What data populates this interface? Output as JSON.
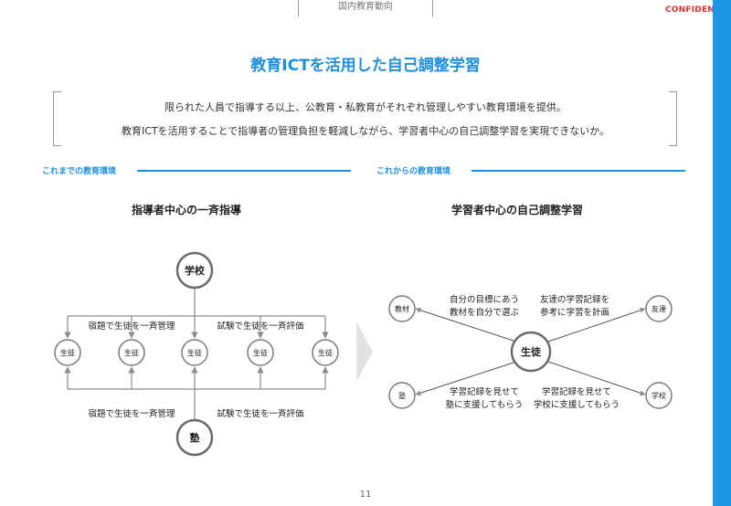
{
  "header": {
    "tab_label": "国内教育動向",
    "confidential": "CONFIDENTIAL"
  },
  "title": "教育ICTを活用した自己調整学習",
  "intro": {
    "line1": "限られた人員で指導する以上、公教育・私教育がそれぞれ管理しやすい教育環境を提供。",
    "line2": "教育ICTを活用することで指導者の管理負担を軽減しながら、学習者中心の自己調整学習を実現できないか。"
  },
  "left_section": {
    "heading": "これまでの教育環境",
    "diagram_title": "指導者中心の一斉指導",
    "top_node": "学校",
    "bottom_node": "塾",
    "students": [
      "生徒",
      "生徒",
      "生徒",
      "生徒",
      "生徒"
    ],
    "top_label_left": "宿題で生徒を一斉管理",
    "top_label_right": "試験で生徒を一斉評価",
    "bottom_label_left": "宿題で生徒を一斉管理",
    "bottom_label_right": "試験で生徒を一斉評価"
  },
  "right_section": {
    "heading": "これからの教育環境",
    "diagram_title": "学習者中心の自己調整学習",
    "center_node": "生徒",
    "nodes": {
      "top_left": "教材",
      "top_right": "友達",
      "bottom_left": "塾",
      "bottom_right": "学校"
    },
    "labels": {
      "top_left": [
        "自分の目標にあう",
        "教材を自分で選ぶ"
      ],
      "top_right": [
        "友達の学習記録を",
        "参考に学習を計画"
      ],
      "bottom_left": [
        "学習記録を見せて",
        "塾に支援してもらう"
      ],
      "bottom_right": [
        "学習記録を見せて",
        "学校に支援してもらう"
      ]
    }
  },
  "page_number": "11",
  "colors": {
    "accent": "#1e8fe0",
    "side_bar": "#1e96e6",
    "confidential": "#e0302a",
    "node_stroke": "#6b6b6b",
    "line": "#8c8c8c",
    "chevron": "#e2e2e2"
  }
}
